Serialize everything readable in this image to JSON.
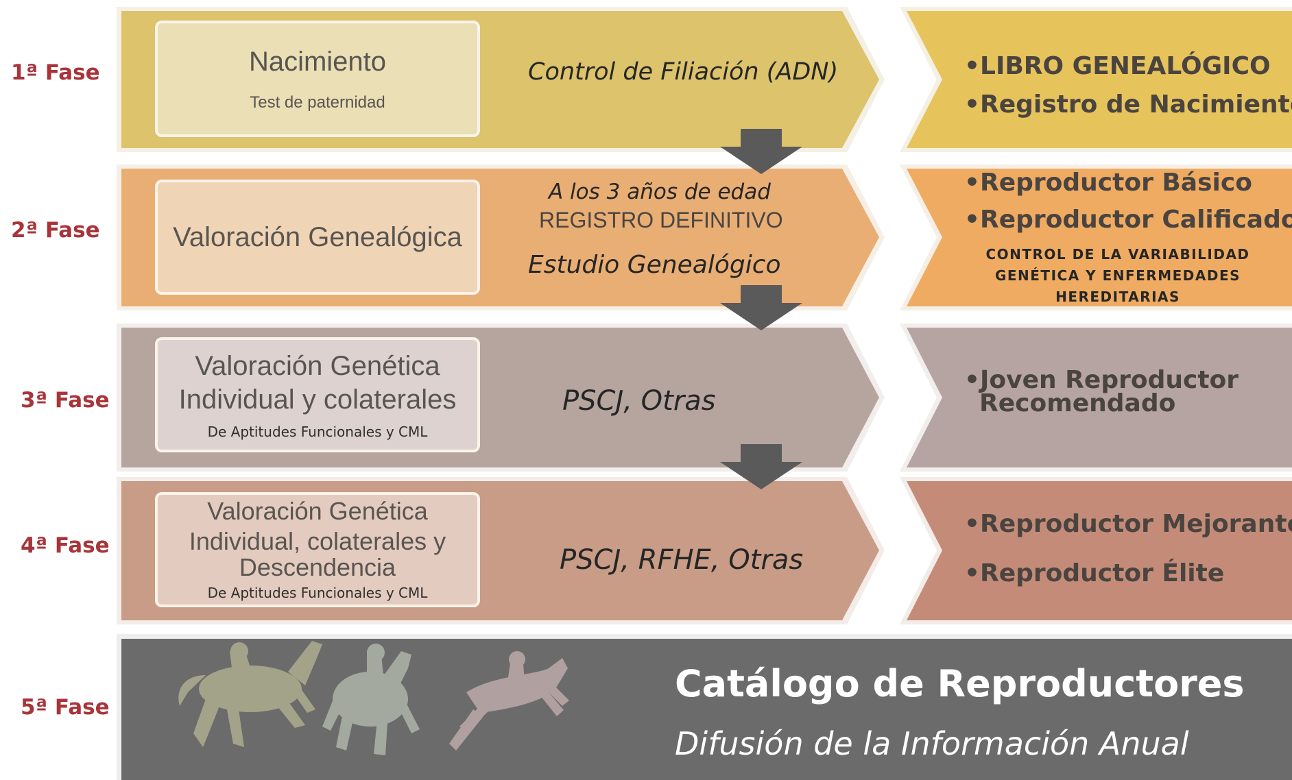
{
  "phases": [
    {
      "label": "1ª Fase",
      "box_title": "Nacimiento",
      "box_sub": "Test de paternidad",
      "middle_line1": "Control de Filiación (ADN)",
      "outcomes": [
        "•LIBRO GENEALÓGICO",
        "•Registro de Nacimientos"
      ],
      "color": "#dcc36c"
    },
    {
      "label": "2ª Fase",
      "box_title": "Valoración Genealógica",
      "middle_italic": "A los 3 años de edad",
      "middle_regular": "REGISTRO DEFINITIVO",
      "middle_italic2": "Estudio Genealógico",
      "outcomes": [
        "•Reproductor Básico",
        "•Reproductor Calificado"
      ],
      "note": [
        "CONTROL DE LA VARIABILIDAD",
        "GENÉTICA Y ENFERMEDADES",
        "HEREDITARIAS"
      ],
      "color": "#e8ae74"
    },
    {
      "label": "3ª Fase",
      "box_title_1": "Valoración Genética",
      "box_title_2": "Individual y colaterales",
      "box_sub": "De Aptitudes Funcionales y CML",
      "middle_line1": "PSCJ, Otras",
      "outcomes": [
        "•Joven Reproductor",
        "Recomendado"
      ],
      "color": "#b5a59e"
    },
    {
      "label": "4ª Fase",
      "box_title_1": "Valoración Genética",
      "box_title_2": "Individual, colaterales y",
      "box_title_3": "Descendencia",
      "box_sub": "De Aptitudes Funcionales y CML",
      "middle_line1": "PSCJ, RFHE, Otras",
      "outcomes": [
        "•Reproductor Mejorante",
        "•Reproductor Élite"
      ],
      "color": "#c89c86"
    },
    {
      "label": "5ª Fase",
      "title": "Catálogo de Reproductores",
      "subtitle": "Difusión de la Información  Anual",
      "color": "#6b6b6b"
    }
  ],
  "icons": [
    "down-arrow-icon",
    "horse-dressage-icon",
    "horse-gallop-icon",
    "horse-jump-icon"
  ]
}
